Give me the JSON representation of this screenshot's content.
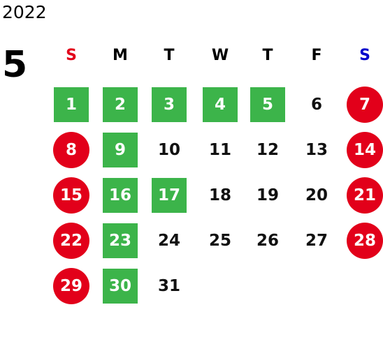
{
  "header": {
    "year": "2022",
    "month": "5"
  },
  "weekdays": [
    {
      "label": "S",
      "color": "#e2001a"
    },
    {
      "label": "M",
      "color": "#000000"
    },
    {
      "label": "T",
      "color": "#000000"
    },
    {
      "label": "W",
      "color": "#000000"
    },
    {
      "label": "T",
      "color": "#000000"
    },
    {
      "label": "F",
      "color": "#000000"
    },
    {
      "label": "S",
      "color": "#0000cc"
    }
  ],
  "colors": {
    "green": "#3cb44a",
    "red": "#e2001a"
  },
  "weeks": [
    [
      {
        "d": "1",
        "s": "green"
      },
      {
        "d": "2",
        "s": "green"
      },
      {
        "d": "3",
        "s": "green"
      },
      {
        "d": "4",
        "s": "green"
      },
      {
        "d": "5",
        "s": "green"
      },
      {
        "d": "6",
        "s": "plain"
      },
      {
        "d": "7",
        "s": "red"
      }
    ],
    [
      {
        "d": "8",
        "s": "red"
      },
      {
        "d": "9",
        "s": "green"
      },
      {
        "d": "10",
        "s": "plain"
      },
      {
        "d": "11",
        "s": "plain"
      },
      {
        "d": "12",
        "s": "plain"
      },
      {
        "d": "13",
        "s": "plain"
      },
      {
        "d": "14",
        "s": "red"
      }
    ],
    [
      {
        "d": "15",
        "s": "red"
      },
      {
        "d": "16",
        "s": "green"
      },
      {
        "d": "17",
        "s": "green"
      },
      {
        "d": "18",
        "s": "plain"
      },
      {
        "d": "19",
        "s": "plain"
      },
      {
        "d": "20",
        "s": "plain"
      },
      {
        "d": "21",
        "s": "red"
      }
    ],
    [
      {
        "d": "22",
        "s": "red"
      },
      {
        "d": "23",
        "s": "green"
      },
      {
        "d": "24",
        "s": "plain"
      },
      {
        "d": "25",
        "s": "plain"
      },
      {
        "d": "26",
        "s": "plain"
      },
      {
        "d": "27",
        "s": "plain"
      },
      {
        "d": "28",
        "s": "red"
      }
    ],
    [
      {
        "d": "29",
        "s": "red"
      },
      {
        "d": "30",
        "s": "green"
      },
      {
        "d": "31",
        "s": "plain"
      }
    ]
  ]
}
